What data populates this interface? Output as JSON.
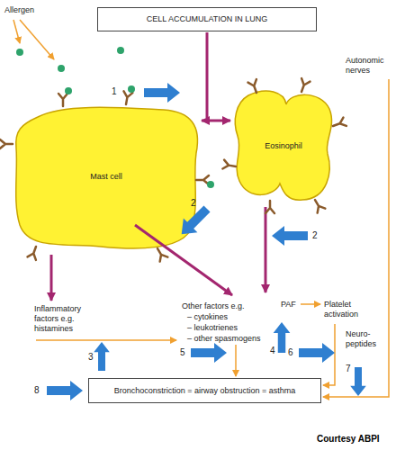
{
  "diagram": {
    "nodes": [
      {
        "text": [
          "CELL ACCUMULATION IN LUNG"
        ]
      },
      {
        "text": [
          "Mast cell"
        ]
      },
      {
        "text": [
          "Eosinophil"
        ]
      },
      {
        "text": [
          "Bronchoconstriction = airway obstruction = asthma"
        ]
      }
    ],
    "edges": [
      {
        "from": 1,
        "to": 2,
        "arrow": "both"
      }
    ],
    "labels": [
      "Allergen",
      "Autonomic nerves",
      "1",
      "2",
      "2",
      "Inflammatory factors e.g. histamines",
      "Other factors e.g.",
      "– cytokines",
      "– leukotrienes",
      "– other spasmogens",
      "PAF",
      "Platelet activation",
      "3",
      "4",
      "5",
      "6",
      "Neuro- peptides",
      "7",
      "8",
      "Courtesy ABPI"
    ]
  }
}
